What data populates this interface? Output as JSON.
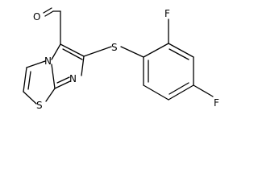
{
  "molecule": {
    "atoms": {
      "oxygen": "O",
      "ring_nitrogen": "N",
      "bridge_nitrogen": "N",
      "thiazole_sulfur": "S",
      "thioether_sulfur": "S",
      "fluorine_ortho": "F",
      "fluorine_para": "F"
    }
  },
  "colors": {
    "bonds": "#000000",
    "labels": "#000000",
    "background": "#ffffff"
  }
}
